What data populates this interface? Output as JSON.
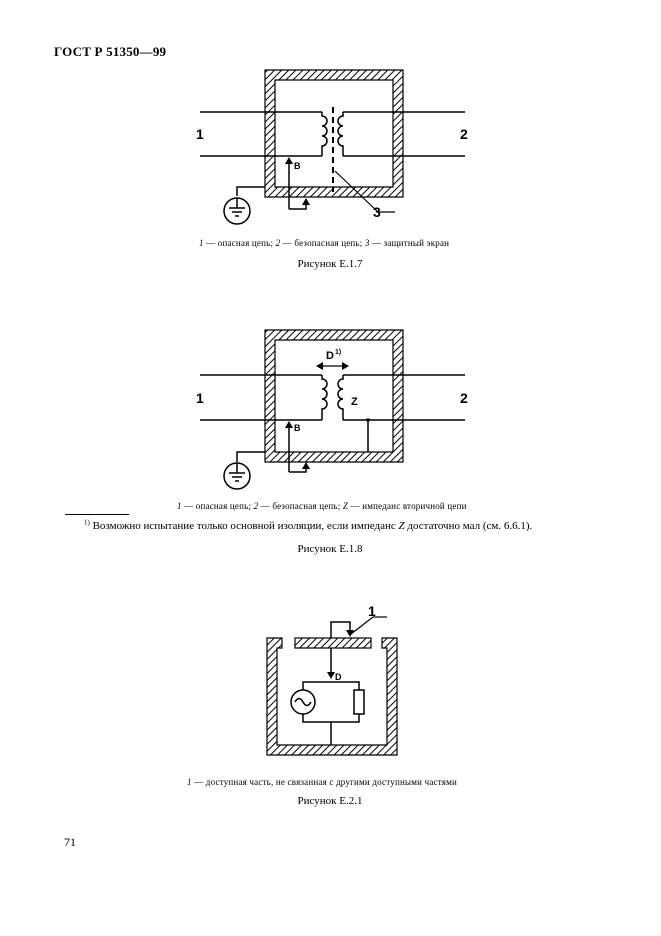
{
  "header": {
    "doc_id": "ГОСТ Р 51350—99"
  },
  "figure_e17": {
    "labels": {
      "left": "1",
      "right": "2",
      "screen": "3",
      "b": "B"
    },
    "legend": [
      {
        "num": "1",
        "text": "— опасная цепь;"
      },
      {
        "num": "2",
        "text": "— безопасная цепь;"
      },
      {
        "num": "3",
        "text": "— защитный экран"
      }
    ],
    "caption": "Рисунок E.1.7"
  },
  "figure_e18": {
    "labels": {
      "left": "1",
      "right": "2",
      "d": "D",
      "d_sup": "1)",
      "z": "Z",
      "b": "B"
    },
    "legend": [
      {
        "num": "1",
        "text": "— опасная цепь;"
      },
      {
        "num": "2",
        "text": "— безопасная цепь;"
      },
      {
        "num": "Z",
        "text": "— импеданс вторичной цепи"
      }
    ],
    "caption": "Рисунок E.1.8"
  },
  "footnote": {
    "marker": "1)",
    "text_before": "Возможно испытание только основной изоляции, если импеданс",
    "var": "Z",
    "text_after": "достаточно мал (см. 6.6.1)."
  },
  "figure_e21": {
    "labels": {
      "one": "1",
      "d": "D"
    },
    "legend": {
      "num": "1",
      "text": "— доступная часть, не связанная с другими доступными частями"
    },
    "caption": "Рисунок E.2.1"
  },
  "page": {
    "number": "71"
  }
}
